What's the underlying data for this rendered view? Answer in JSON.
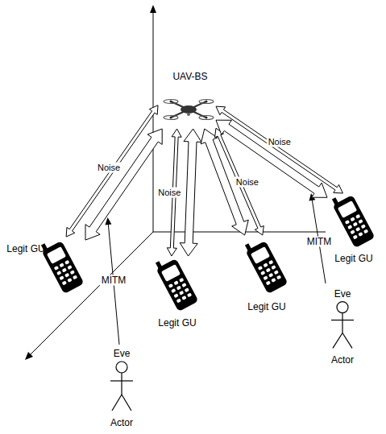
{
  "diagram": {
    "nodes": [
      {
        "text": [
          "UAV-BS"
        ]
      },
      {
        "text": [
          "Legit GU"
        ]
      },
      {
        "text": [
          "Legit GU"
        ]
      },
      {
        "text": [
          "Legit GU"
        ]
      },
      {
        "text": [
          "Legit GU"
        ]
      },
      {
        "text": [
          "Eve",
          "Actor"
        ]
      },
      {
        "text": [
          "Eve",
          "Actor"
        ]
      }
    ],
    "edges": [
      {
        "from": 0,
        "to": 1,
        "arrow": "both"
      },
      {
        "from": 0,
        "to": 1,
        "label": "Noise",
        "arrow": "both"
      },
      {
        "from": 0,
        "to": 2,
        "arrow": "both"
      },
      {
        "from": 0,
        "to": 2,
        "label": "Noise",
        "arrow": "both"
      },
      {
        "from": 0,
        "to": 3,
        "arrow": "both"
      },
      {
        "from": 0,
        "to": 3,
        "label": "Noise",
        "arrow": "both"
      },
      {
        "from": 0,
        "to": 4,
        "arrow": "both"
      },
      {
        "from": 0,
        "to": 4,
        "label": "Noise",
        "arrow": "both"
      }
    ],
    "labels": [
      "MITM",
      "MITM"
    ]
  }
}
